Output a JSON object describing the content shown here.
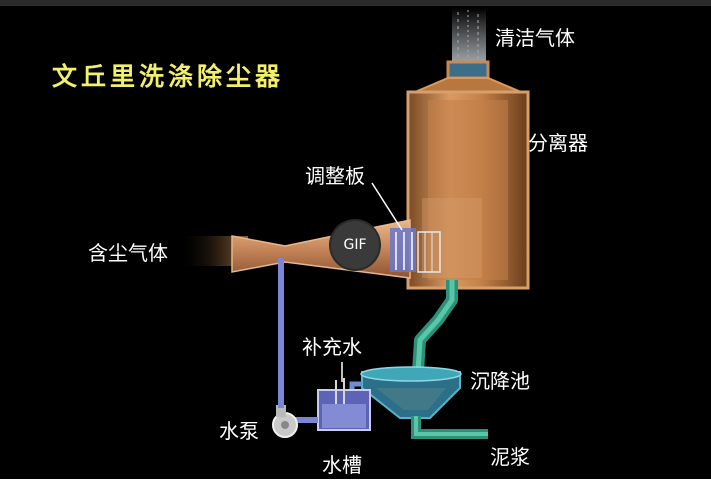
{
  "title": "文丘里洗涤除尘器",
  "labels": {
    "clean_gas": "清洁气体",
    "separator": "分离器",
    "adjusting_plate": "调整板",
    "dusty_gas": "含尘气体",
    "makeup_water": "补充水",
    "settling_tank": "沉降池",
    "pump": "水泵",
    "water_tank": "水槽",
    "slurry": "泥浆"
  },
  "badge": {
    "text": "GIF"
  },
  "colors": {
    "title": "#f2ef6a",
    "vessel": "#c98a55",
    "water": "#3fa7b8",
    "pipe": "#7d86d6"
  }
}
